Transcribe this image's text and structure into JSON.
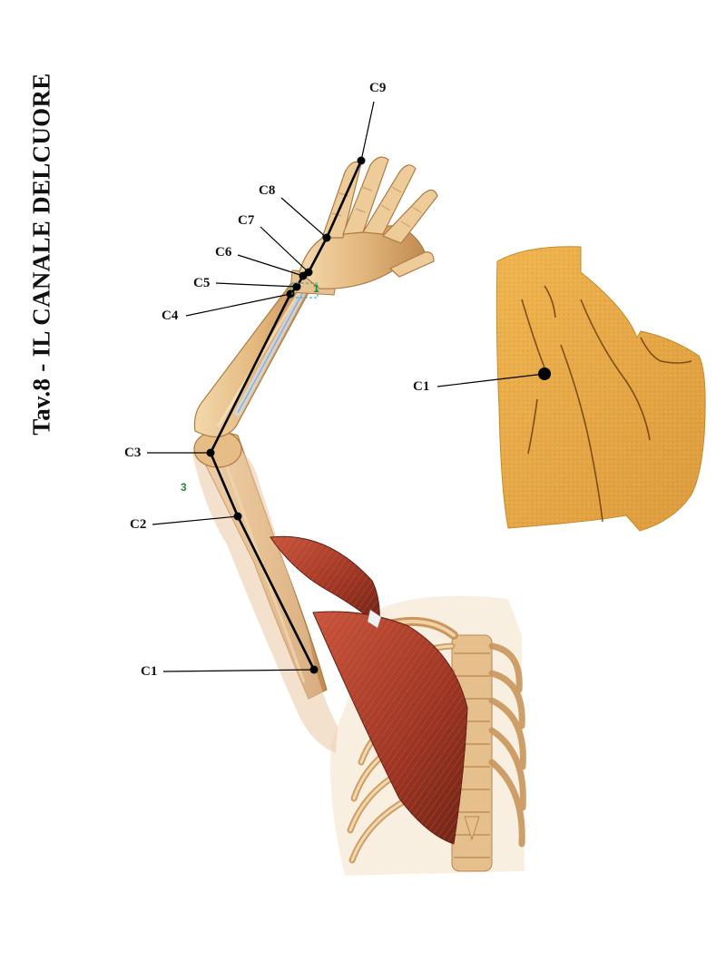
{
  "title": "Tav.8 - IL CANALE DELCUORE",
  "points": [
    {
      "id": "c1",
      "label": "C1"
    },
    {
      "id": "c2",
      "label": "C2"
    },
    {
      "id": "c3",
      "label": "C3"
    },
    {
      "id": "c4",
      "label": "C4"
    },
    {
      "id": "c5",
      "label": "C5"
    },
    {
      "id": "c6",
      "label": "C6"
    },
    {
      "id": "c7",
      "label": "C7"
    },
    {
      "id": "c8",
      "label": "C8"
    },
    {
      "id": "c9",
      "label": "C9"
    }
  ],
  "inset": {
    "label": "C1"
  },
  "markers": [
    "1",
    "3"
  ],
  "colors": {
    "bone": "#e8c48e",
    "bone_shadow": "#c8955a",
    "muscle": "#b8412e",
    "skin_inset": "#e8a948",
    "meridian": "#000000"
  },
  "icons": [
    "arm-skeleton-illustration",
    "chest-muscle-illustration",
    "armpit-skin-illustration"
  ]
}
